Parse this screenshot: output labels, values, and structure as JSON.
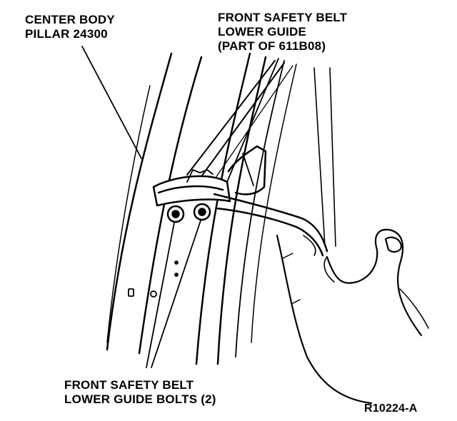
{
  "labels": {
    "pillar": {
      "lines": [
        "CENTER BODY",
        "PILLAR 24300"
      ]
    },
    "guide": {
      "lines": [
        "FRONT SAFETY BELT",
        "LOWER GUIDE",
        "(PART OF 611B08)"
      ]
    },
    "bolts": {
      "lines": [
        "FRONT SAFETY BELT",
        "LOWER GUIDE BOLTS (2)"
      ]
    },
    "figure_ref": "R10224-A"
  },
  "colors": {
    "ink": "#000000",
    "paper": "#ffffff"
  }
}
